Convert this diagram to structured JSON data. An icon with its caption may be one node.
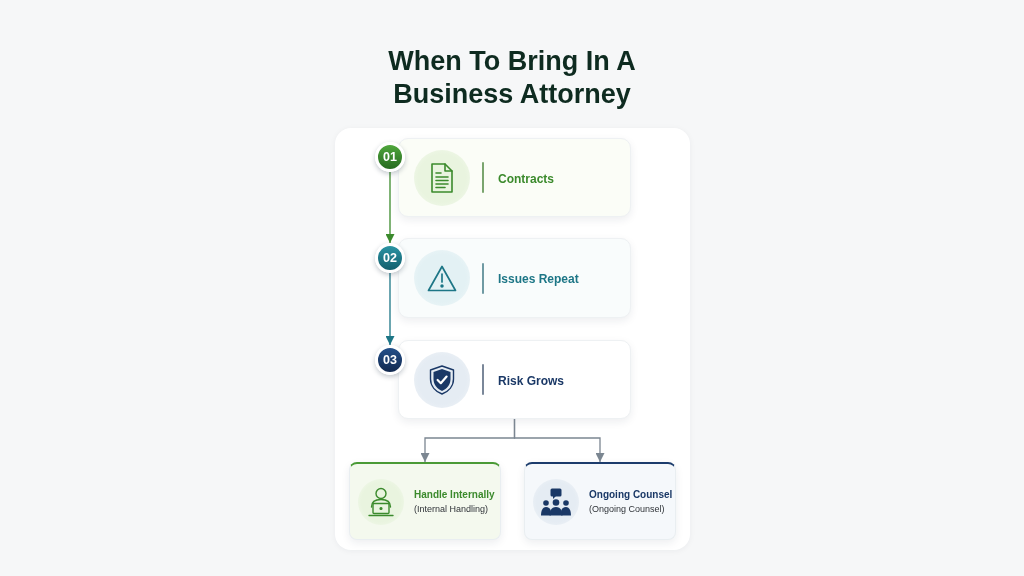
{
  "diagram": {
    "title": "When To Bring In A Business Attorney",
    "nodes": [
      {
        "text": [
          "01"
        ]
      },
      {
        "text": [
          "Contracts"
        ]
      },
      {
        "text": [
          "02"
        ]
      },
      {
        "text": [
          "Issues Repeat"
        ]
      },
      {
        "text": [
          "03"
        ]
      },
      {
        "text": [
          "Risk Grows"
        ]
      },
      {
        "text": [
          "Handle Internally",
          "(Internal Handling)"
        ]
      },
      {
        "text": [
          "Ongoing Counsel",
          "(Ongoing Counsel)"
        ]
      }
    ],
    "edges": [
      {
        "from": 0,
        "to": 2,
        "arrow": "to",
        "color": "#3b8a2c"
      },
      {
        "from": 2,
        "to": 4,
        "arrow": "to",
        "color": "#1d7686"
      },
      {
        "from": 5,
        "to": 6,
        "arrow": "to",
        "color": "#7b8691"
      },
      {
        "from": 5,
        "to": 7,
        "arrow": "to",
        "color": "#7b8691"
      }
    ]
  }
}
